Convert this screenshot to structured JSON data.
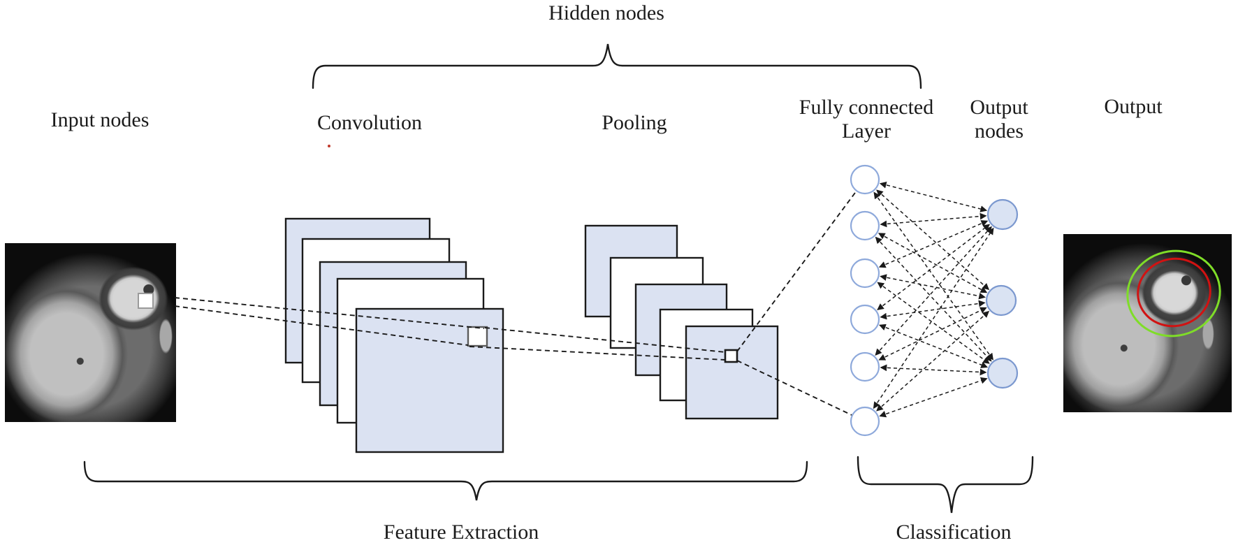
{
  "figure": {
    "hidden_nodes_label": "Hidden nodes",
    "input_nodes_label": "Input nodes",
    "convolution_label": "Convolution",
    "pooling_label": "Pooling",
    "fully_connected_label": "Fully connected\nLayer",
    "output_nodes_label": "Output\nnodes",
    "output_label": "Output",
    "feature_extraction_label": "Feature Extraction",
    "classification_label": "Classification"
  },
  "network": {
    "convolution_feature_maps": 5,
    "pooling_feature_maps": 5,
    "fully_connected_nodes": 6,
    "output_nodes": 3
  },
  "colors": {
    "feature_map_fill": "#dbe2f2",
    "feature_map_alt_fill": "#ffffff",
    "outline": "#1a1a1a",
    "connection": "#1a1a1a",
    "fc_node_fill": "#ffffff",
    "fc_node_border": "#8ea9db",
    "output_node_fill": "#dae3f3",
    "output_node_border": "#7b98cf",
    "epicardium_contour": "#7fdd28",
    "endocardium_contour": "#d11212"
  }
}
